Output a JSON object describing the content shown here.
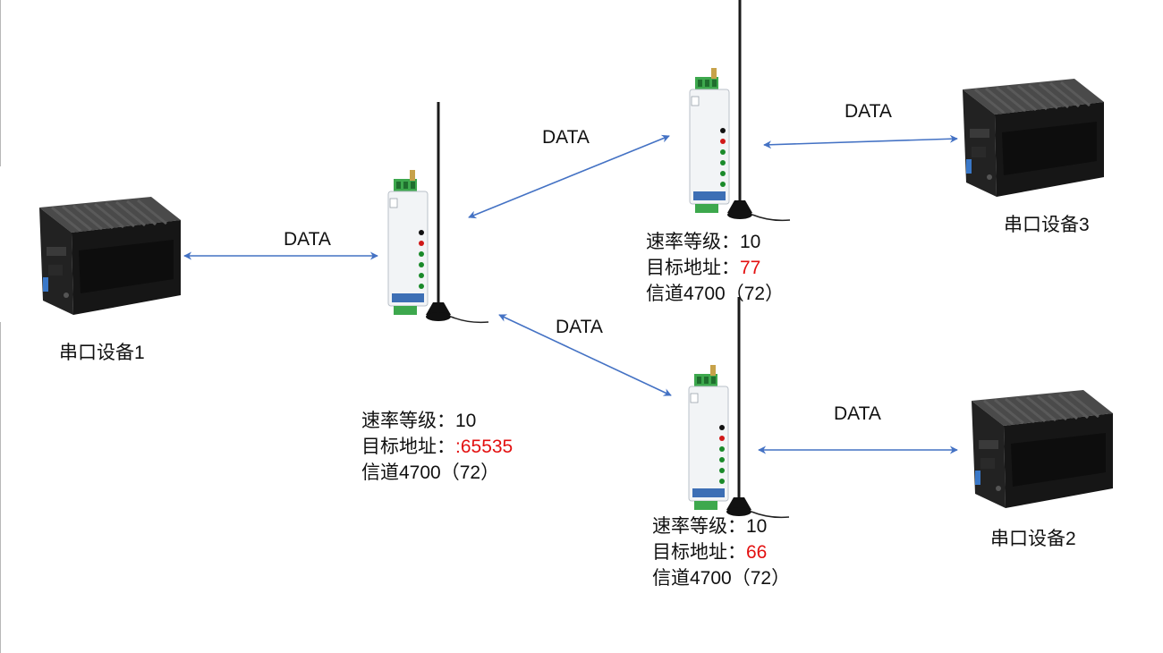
{
  "colors": {
    "arrow": "#4472c4",
    "highlight": "#e31010",
    "plc_body": "#1b1b1b",
    "module_body": "#f2f4f6",
    "module_band": "#3d6fb5"
  },
  "icons": [
    "plc-device-image",
    "lora-module-image"
  ],
  "flow_label": "DATA",
  "devices": {
    "serial1": "串口设备1",
    "serial2": "串口设备2",
    "serial3": "串口设备3"
  },
  "modules": {
    "center": {
      "rate": "速率等级：10",
      "addr_prefix": "目标地址：",
      "addr_value": ":65535",
      "channel": "信道4700（72）"
    },
    "top": {
      "rate": "速率等级：10",
      "addr_prefix": "目标地址：",
      "addr_value": "77",
      "channel": "信道4700（72）"
    },
    "bottom": {
      "rate": "速率等级：10",
      "addr_prefix": "目标地址：",
      "addr_value": "66",
      "channel": "信道4700（72）"
    }
  }
}
